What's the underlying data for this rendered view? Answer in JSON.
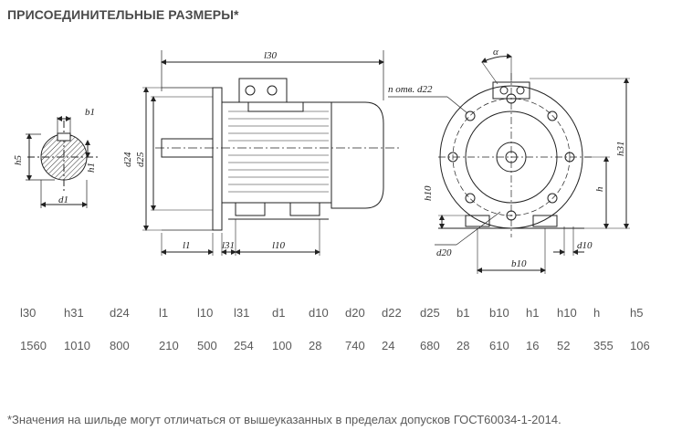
{
  "title": "ПРИСОЕДИНИТЕЛЬНЫЕ РАЗМЕРЫ*",
  "drawing_labels": {
    "l30": "l30",
    "b1": "b1",
    "h5": "h5",
    "h1": "h1",
    "d1": "d1",
    "d24": "d24",
    "d25": "d25",
    "l1": "l1",
    "l31": "l31",
    "l10": "l10",
    "alpha": "α",
    "n_holes": "n отв. d22",
    "h31": "h31",
    "h10": "h10",
    "h": "h",
    "d20": "d20",
    "b10": "b10",
    "d10": "d10"
  },
  "table": {
    "headers": [
      "l30",
      "h31",
      "d24",
      "l1",
      "l10",
      "l31",
      "d1",
      "d10",
      "d20",
      "d22",
      "d25",
      "b1",
      "b10",
      "h1",
      "h10",
      "h",
      "h5"
    ],
    "values": [
      "1560",
      "1010",
      "800",
      "210",
      "500",
      "254",
      "100",
      "28",
      "740",
      "24",
      "680",
      "28",
      "610",
      "16",
      "52",
      "355",
      "106"
    ]
  },
  "footnote": "*Значения на шильде могут отличаться от вышеуказанных в пределах допусков ГОСТ60034-1-2014."
}
